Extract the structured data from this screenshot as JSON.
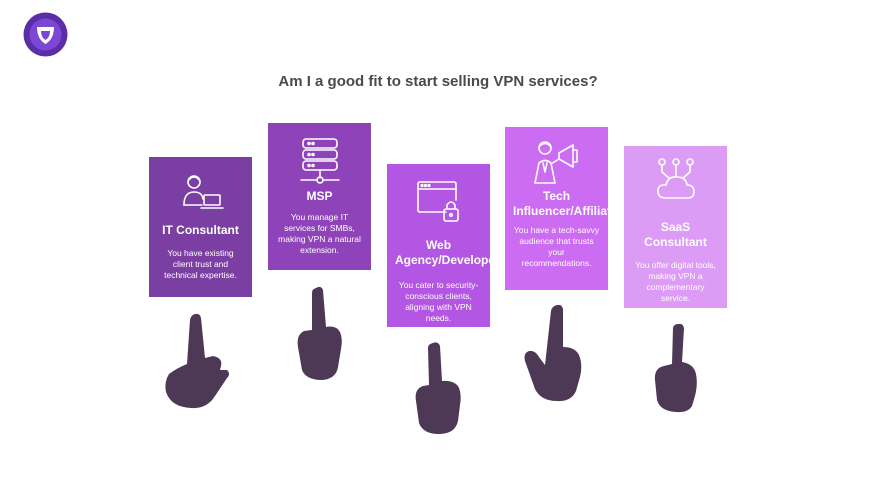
{
  "title": "Am I a good fit to start selling VPN services?",
  "colors": {
    "title": "#4a4a4a",
    "hand": "#4d3856",
    "logo_outer": "#5b2ea8",
    "logo_inner": "#7d47d6"
  },
  "cards": [
    {
      "label": "IT Consultant",
      "description": "You have existing client trust and technical expertise.",
      "icon": "consultant-laptop-icon",
      "color": "#7b3fa3"
    },
    {
      "label": "MSP",
      "description": "You manage IT services for SMBs, making VPN a natural extension.",
      "icon": "server-network-icon",
      "color": "#8f43b9"
    },
    {
      "label": "Web Agency/Developer",
      "description": "You cater to security-conscious clients, aligning with VPN needs.",
      "icon": "browser-lock-icon",
      "color": "#b356e3"
    },
    {
      "label": "Tech Influencer/Affiliate",
      "description": "You have a tech-savvy audience that trusts your recommendations.",
      "icon": "megaphone-person-icon",
      "color": "#cc6cf2"
    },
    {
      "label": "SaaS Consultant",
      "description": "You offer digital tools, making VPN a complementary service.",
      "icon": "cloud-network-icon",
      "color": "#dc9cf6"
    }
  ]
}
